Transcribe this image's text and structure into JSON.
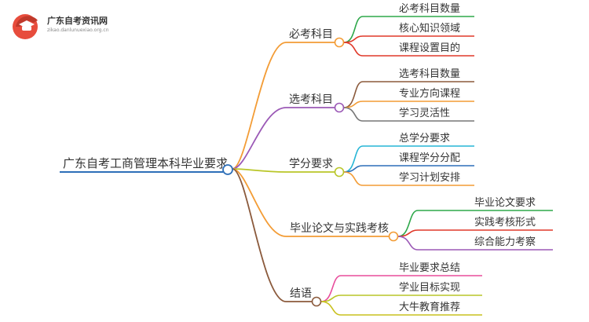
{
  "logo": {
    "name": "广东自考资讯网",
    "url_text": "zikao.danlunuexiao.org.cn"
  },
  "root": {
    "label": "广东自考工商管理本科毕业要求"
  },
  "branches": [
    {
      "label": "必考科目",
      "color": "#f39c35",
      "children": [
        {
          "label": "必考科目数量",
          "color": "#2ea84a"
        },
        {
          "label": "核心知识领域",
          "color": "#e0392a"
        },
        {
          "label": "课程设置目的",
          "color": "#e0392a"
        }
      ]
    },
    {
      "label": "选考科目",
      "color": "#9b59b6",
      "children": [
        {
          "label": "选考科目数量",
          "color": "#8b5a3c"
        },
        {
          "label": "专业方向课程",
          "color": "#f39c35"
        },
        {
          "label": "学习灵活性",
          "color": "#777777"
        }
      ]
    },
    {
      "label": "学分要求",
      "color": "#b9c628",
      "children": [
        {
          "label": "总学分要求",
          "color": "#27b6d6"
        },
        {
          "label": "课程学分分配",
          "color": "#2d6fb8"
        },
        {
          "label": "学习计划安排",
          "color": "#f39c35"
        }
      ]
    },
    {
      "label": "毕业论文与实践考核",
      "color": "#f39c35",
      "children": [
        {
          "label": "毕业论文要求",
          "color": "#2ea84a"
        },
        {
          "label": "实践考核形式",
          "color": "#e0392a"
        },
        {
          "label": "综合能力考察",
          "color": "#9b59b6"
        }
      ]
    },
    {
      "label": "结语",
      "color": "#8b5a3c",
      "children": [
        {
          "label": "毕业要求总结",
          "color": "#e84d9c"
        },
        {
          "label": "学业目标实现",
          "color": "#b9c628"
        },
        {
          "label": "大牛教育推荐",
          "color": "#c9c01e"
        }
      ]
    }
  ]
}
